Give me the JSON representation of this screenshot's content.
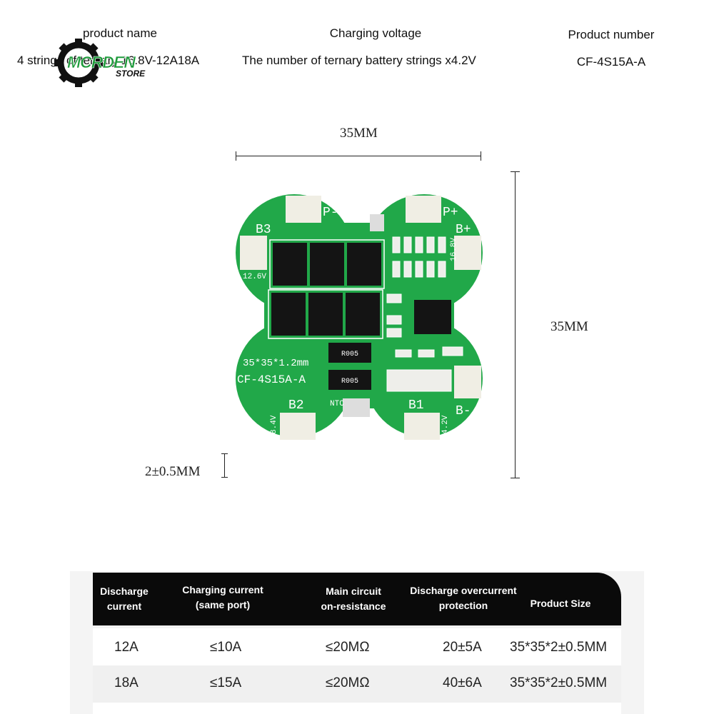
{
  "header": {
    "product_name_label": "product name",
    "product_name_value": "4 strings of ternary 16.8V-12A18A",
    "charging_voltage_label": "Charging voltage",
    "charging_voltage_value": "The number of ternary battery strings x4.2V",
    "product_number_label": "Product number",
    "product_number_value": "CF-4S15A-A"
  },
  "logo": {
    "text_main": "MCRDEN",
    "text_sub": "STORE"
  },
  "dimensions": {
    "width": "35MM",
    "height": "35MM",
    "thickness": "2±0.5MM"
  },
  "board": {
    "colors": {
      "pcb": "#20a84a",
      "pcb_dark": "#178a3a",
      "pad": "#f2f0e6",
      "silk": "#ffffff",
      "chip": "#141414"
    },
    "labels": {
      "p_minus": "P-",
      "p_plus": "P+",
      "b3": "B3",
      "b_plus": "B+",
      "b2": "B2",
      "b1": "B1",
      "b_minus": "B-",
      "v126": "12.6V",
      "v168": "16.8V",
      "v84": "8.4V",
      "v42": "4.2V",
      "size_text": "35*35*1.2mm",
      "model_text": "CF-4S15A-A",
      "ntc": "NTC",
      "r1": "R005",
      "r2": "R005"
    }
  },
  "table": {
    "headers": [
      [
        "Discharge",
        "current"
      ],
      [
        "Charging current",
        "(same port)"
      ],
      [
        "Main circuit",
        "on-resistance"
      ],
      [
        "Discharge overcurrent",
        "protection"
      ],
      [
        "Product Size"
      ]
    ],
    "rows": [
      [
        "12A",
        "≤10A",
        "≤20MΩ",
        "20±5A",
        "35*35*2±0.5MM"
      ],
      [
        "18A",
        "≤15A",
        "≤20MΩ",
        "40±6A",
        "35*35*2±0.5MM"
      ]
    ]
  }
}
